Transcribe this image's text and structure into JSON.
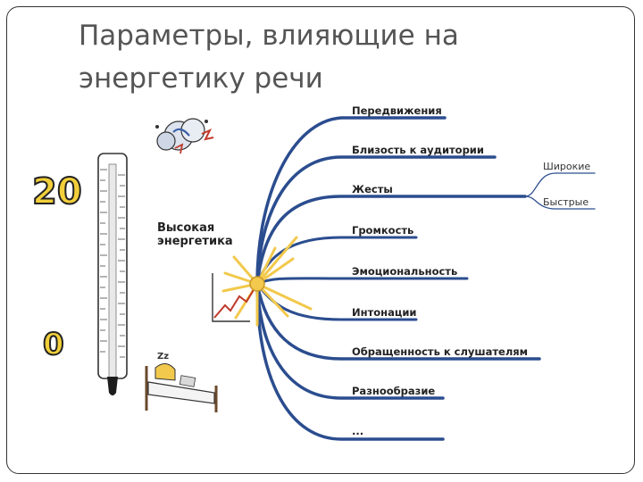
{
  "slide": {
    "title": "Параметры, влияющие на\nэнергетику речи"
  },
  "diagram": {
    "center_label": "Высокая\nэнергетика",
    "thermometer": {
      "top_number": "20",
      "bottom_number": "0"
    },
    "branches": [
      {
        "label": "Передвижения"
      },
      {
        "label": "Близость к аудитории"
      },
      {
        "label": "Жесты"
      },
      {
        "label": "Громкость"
      },
      {
        "label": "Эмоциональность"
      },
      {
        "label": "Интонации"
      },
      {
        "label": "Обращенность к слушателям"
      },
      {
        "label": "Разнообразие"
      },
      {
        "label": "..."
      }
    ],
    "gesture_subbranches": [
      {
        "label": "Широкие"
      },
      {
        "label": "Быстрые"
      }
    ],
    "colors": {
      "branch": "#2b4d8f",
      "spark": "#f2c94c",
      "accent_red": "#c0392b",
      "number_fill": "#f2cf3a"
    }
  }
}
